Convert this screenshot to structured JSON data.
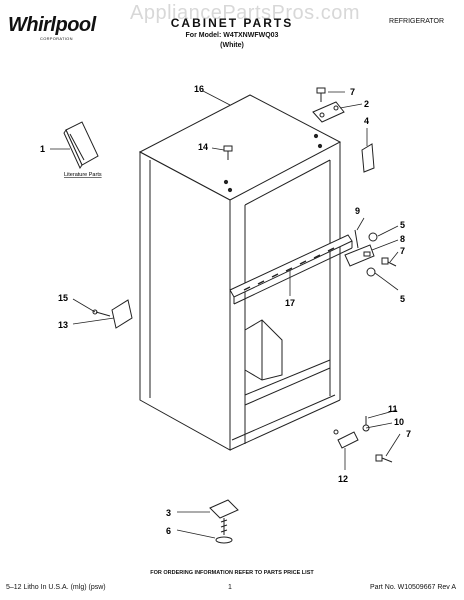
{
  "header": {
    "brand": "Whirlpool",
    "brand_sub": "CORPORATION",
    "watermark": "AppliancePartsPros.com",
    "title": "CABINET PARTS",
    "model_line": "For Model: W4TXNWFWQ03",
    "color_line": "(White)",
    "category": "REFRIGERATOR"
  },
  "diagram": {
    "literature_label": "Literature Parts",
    "callouts": {
      "c1": "1",
      "c2": "2",
      "c3": "3",
      "c4": "4",
      "c5a": "5",
      "c5b": "5",
      "c6": "6",
      "c7a": "7",
      "c7b": "7",
      "c7c": "7",
      "c8": "8",
      "c9": "9",
      "c10": "10",
      "c11": "11",
      "c12": "12",
      "c13": "13",
      "c14": "14",
      "c15": "15",
      "c16": "16",
      "c17": "17"
    }
  },
  "footer": {
    "ordering_note": "FOR ORDERING INFORMATION REFER TO PARTS PRICE LIST",
    "left": "5–12 Litho In U.S.A. (mlg) (psw)",
    "page": "1",
    "right": "Part No. W10509667 Rev A"
  }
}
